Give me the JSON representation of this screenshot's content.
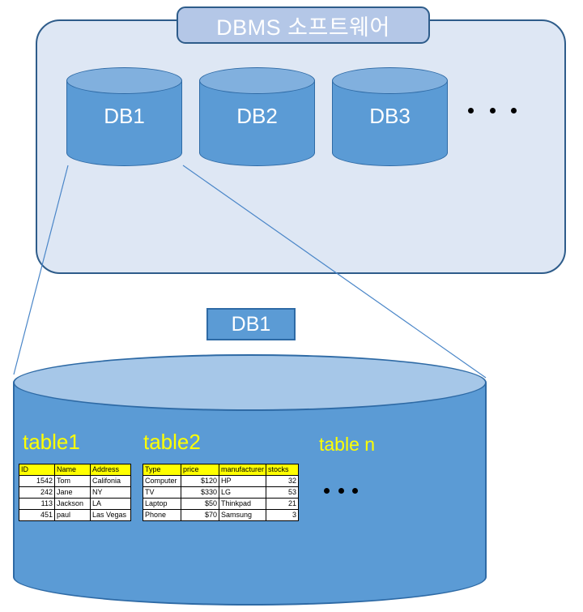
{
  "diagram": {
    "title": "DBMS 소프트웨어",
    "databases": [
      {
        "label": "DB1"
      },
      {
        "label": "DB2"
      },
      {
        "label": "DB3"
      }
    ],
    "more_databases_ellipsis": "• • •",
    "detail_db_label": "DB1",
    "table_titles": {
      "first": "table1",
      "second": "table2",
      "nth": "table n"
    },
    "more_tables_ellipsis": "• • •",
    "table1": {
      "headers": [
        "ID",
        "Name",
        "Address"
      ],
      "rows": [
        [
          "1542",
          "Tom",
          "Califonia"
        ],
        [
          "242",
          "Jane",
          "NY"
        ],
        [
          "113",
          "Jackson",
          "LA"
        ],
        [
          "451",
          "paul",
          "Las Vegas"
        ]
      ]
    },
    "table2": {
      "headers": [
        "Type",
        "price",
        "manufacturer",
        "stocks"
      ],
      "rows": [
        [
          "Computer",
          "$120",
          "HP",
          "32"
        ],
        [
          "TV",
          "$330",
          "LG",
          "53"
        ],
        [
          "Laptop",
          "$50",
          "Thinkpad",
          "21"
        ],
        [
          "Phone",
          "$70",
          "Samsung",
          "3"
        ]
      ]
    },
    "colors": {
      "container_fill": "#DEE7F4",
      "container_border": "#2E5C8A",
      "title_fill": "#B4C7E7",
      "cylinder_body": "#5B9BD5",
      "cylinder_top": "#81B0DE",
      "big_cylinder_top": "#A6C7E8",
      "cylinder_border": "#2E6AA5",
      "table_header": "#FFFF00",
      "table_title_text": "#FFFF00",
      "connector_line": "#4A86C8"
    }
  }
}
